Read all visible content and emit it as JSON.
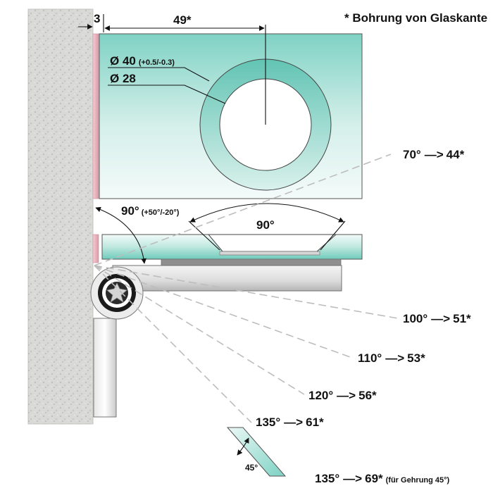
{
  "note": "* Bohrung von Glaskante",
  "dimensions": {
    "gap": "3",
    "hole_offset": "49*",
    "outer_diameter": "Ø 40",
    "outer_tolerance": "(+0.5/-0.3)",
    "inner_diameter": "Ø 28"
  },
  "hinge_angle": {
    "value": "90°",
    "tolerance": "(+50°/-20°)"
  },
  "fitting_angle": "90°",
  "miter_angle": "45°",
  "opening_angles": [
    {
      "angle": "70°",
      "arrow": "—>",
      "distance": "44*",
      "note": ""
    },
    {
      "angle": "100°",
      "arrow": "—>",
      "distance": "51*",
      "note": ""
    },
    {
      "angle": "110°",
      "arrow": "—>",
      "distance": "53*",
      "note": ""
    },
    {
      "angle": "120°",
      "arrow": "—>",
      "distance": "56*",
      "note": ""
    },
    {
      "angle": "135°",
      "arrow": "—>",
      "distance": "61*",
      "note": ""
    },
    {
      "angle": "135°",
      "arrow": "—>",
      "distance": "69*",
      "note": "(für Gehrung 45°)"
    }
  ],
  "colors": {
    "glass_light": "#eef9f7",
    "glass_dark": "#7fd2c4",
    "wall": "#d8d8d6",
    "gasket": "#e2a9b3",
    "metal": "#9a9a9a"
  }
}
